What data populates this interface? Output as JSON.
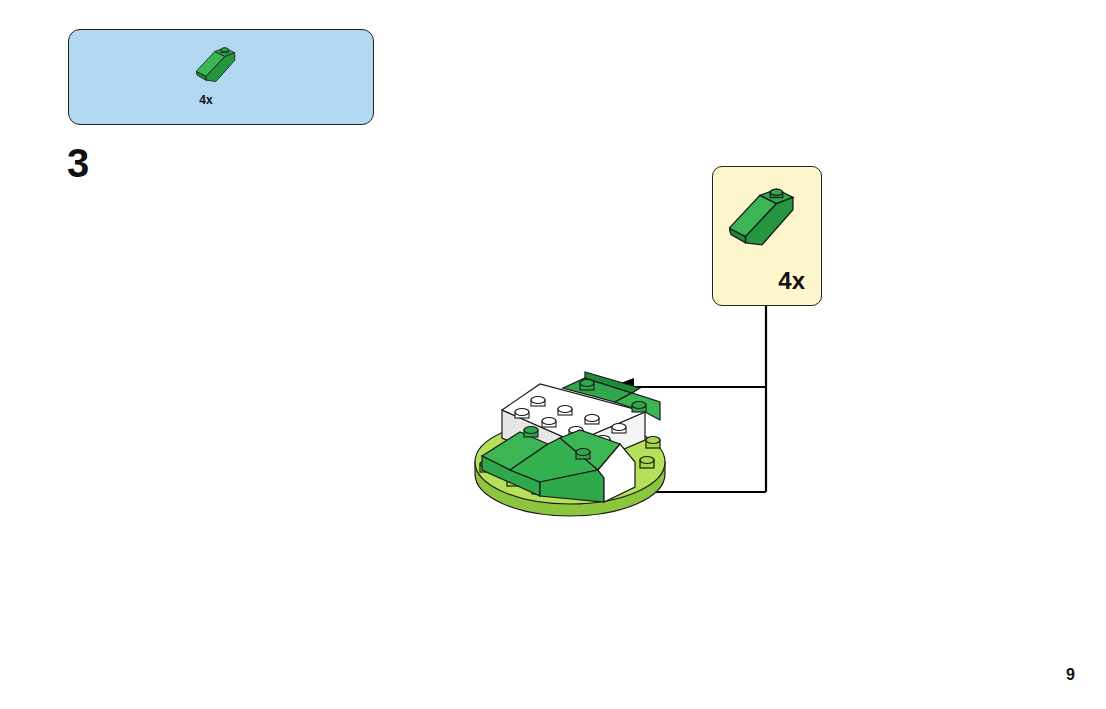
{
  "diagram": {
    "nodes": [
      {
        "text": [
          "4x"
        ]
      },
      {
        "text": [
          "4x"
        ]
      }
    ],
    "labels": [
      "3",
      "9"
    ]
  }
}
